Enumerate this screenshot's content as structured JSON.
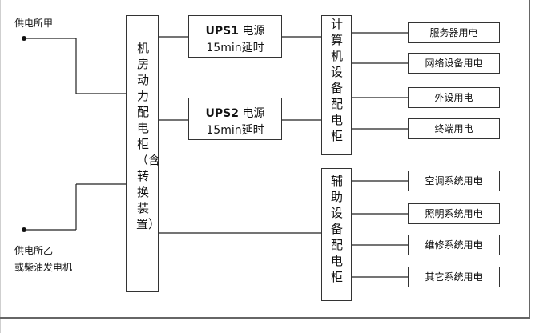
{
  "sources": {
    "a": "供电所甲",
    "b_line1": "供电所乙",
    "b_line2": "或柴油发电机"
  },
  "main_cabinet": "机房动力配电柜（含转换装置）",
  "ups1": {
    "name": "UPS1",
    "suffix": " 电源",
    "delay": "15min延时"
  },
  "ups2": {
    "name": "UPS2",
    "suffix": " 电源",
    "delay": "15min延时"
  },
  "computer_cabinet": "计算机设备配电柜",
  "aux_cabinet": "辅助设备配电柜",
  "computer_loads": [
    "服务器用电",
    "网络设备用电",
    "外设用电",
    "终端用电"
  ],
  "aux_loads": [
    "空调系统用电",
    "照明系统用电",
    "维修系统用电",
    "其它系统用电"
  ]
}
